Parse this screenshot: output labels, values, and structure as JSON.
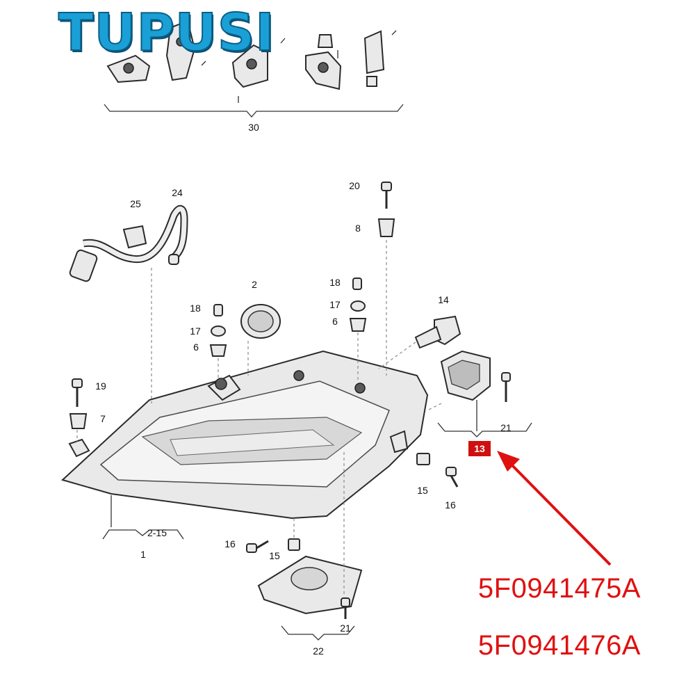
{
  "brand": {
    "text": "TUPUSI",
    "color": "#1aa0d6"
  },
  "callouts": [
    {
      "id": "c30",
      "text": "30"
    },
    {
      "id": "c20",
      "text": "20"
    },
    {
      "id": "c8",
      "text": "8"
    },
    {
      "id": "c25",
      "text": "25"
    },
    {
      "id": "c24",
      "text": "24"
    },
    {
      "id": "c2",
      "text": "2"
    },
    {
      "id": "c18a",
      "text": "18"
    },
    {
      "id": "c17a",
      "text": "17"
    },
    {
      "id": "c6a",
      "text": "6"
    },
    {
      "id": "c18b",
      "text": "18"
    },
    {
      "id": "c17b",
      "text": "17"
    },
    {
      "id": "c6b",
      "text": "6"
    },
    {
      "id": "c14",
      "text": "14"
    },
    {
      "id": "c19",
      "text": "19"
    },
    {
      "id": "c7",
      "text": "7"
    },
    {
      "id": "c21a",
      "text": "21"
    },
    {
      "id": "c15a",
      "text": "15"
    },
    {
      "id": "c16a",
      "text": "16"
    },
    {
      "id": "c215",
      "text": "2-15"
    },
    {
      "id": "c1",
      "text": "1"
    },
    {
      "id": "c16b",
      "text": "16"
    },
    {
      "id": "c15b",
      "text": "15"
    },
    {
      "id": "c21b",
      "text": "21"
    },
    {
      "id": "c22",
      "text": "22"
    }
  ],
  "highlight": {
    "text": "13",
    "color": "#d01010"
  },
  "part_numbers": [
    "5F0941475A",
    "5F0941476A"
  ],
  "arrow_color": "#e01010"
}
